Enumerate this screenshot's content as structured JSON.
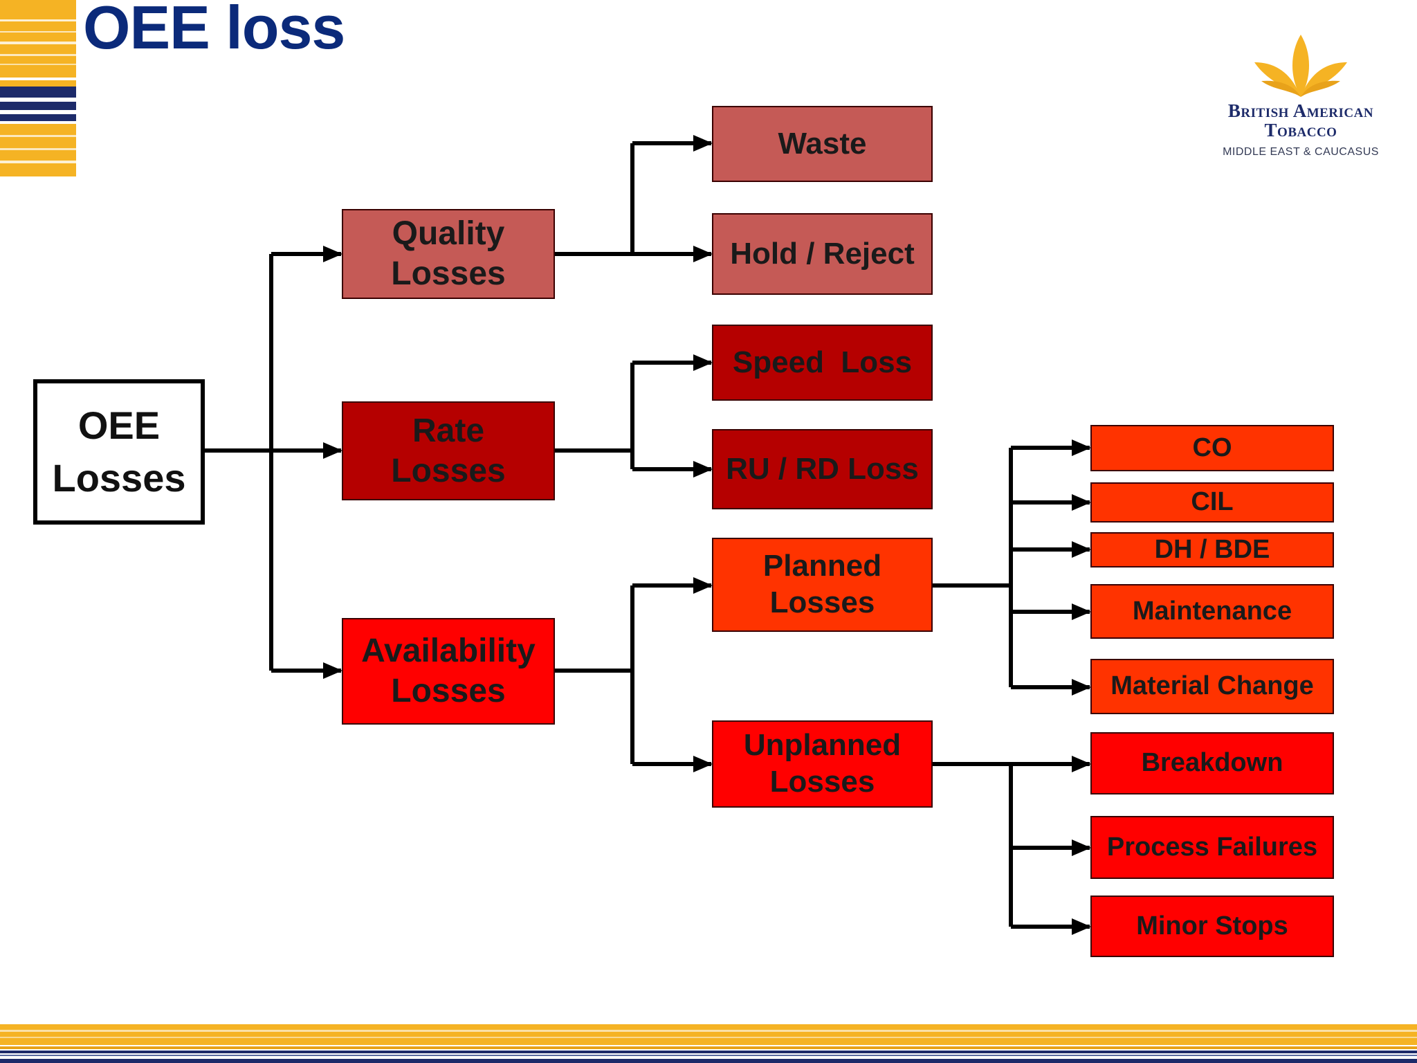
{
  "title": "OEE loss",
  "logo": {
    "line1": "British American",
    "line2": "Tobacco",
    "line3": "MIDDLE EAST & CAUCASUS",
    "leaf_color": "#f5b324",
    "text_color": "#1d2b6a"
  },
  "colors": {
    "title": "#0b2a7a",
    "quality": "#c55a56",
    "rate": "#b50000",
    "availability": "#ff0000",
    "planned": "#ff3300",
    "unplanned": "#ff0000",
    "accent_yellow": "#f5b324",
    "accent_navy": "#1d2b6a"
  },
  "tree": {
    "root": {
      "line1": "OEE",
      "line2": "Losses"
    },
    "quality": {
      "line1": "Quality",
      "line2": "Losses",
      "children": [
        "Waste",
        "Hold / Reject"
      ]
    },
    "rate": {
      "line1": "Rate",
      "line2": "Losses",
      "children": [
        "Speed  Loss",
        "RU / RD Loss"
      ]
    },
    "availability": {
      "line1": "Availability",
      "line2": "Losses",
      "planned": {
        "line1": "Planned",
        "line2": "Losses",
        "children": [
          "CO",
          "CIL",
          "DH / BDE",
          "Maintenance",
          "Material Change"
        ]
      },
      "unplanned": {
        "line1": "Unplanned",
        "line2": "Losses",
        "children": [
          "Breakdown",
          "Process Failures",
          "Minor Stops"
        ]
      }
    }
  }
}
